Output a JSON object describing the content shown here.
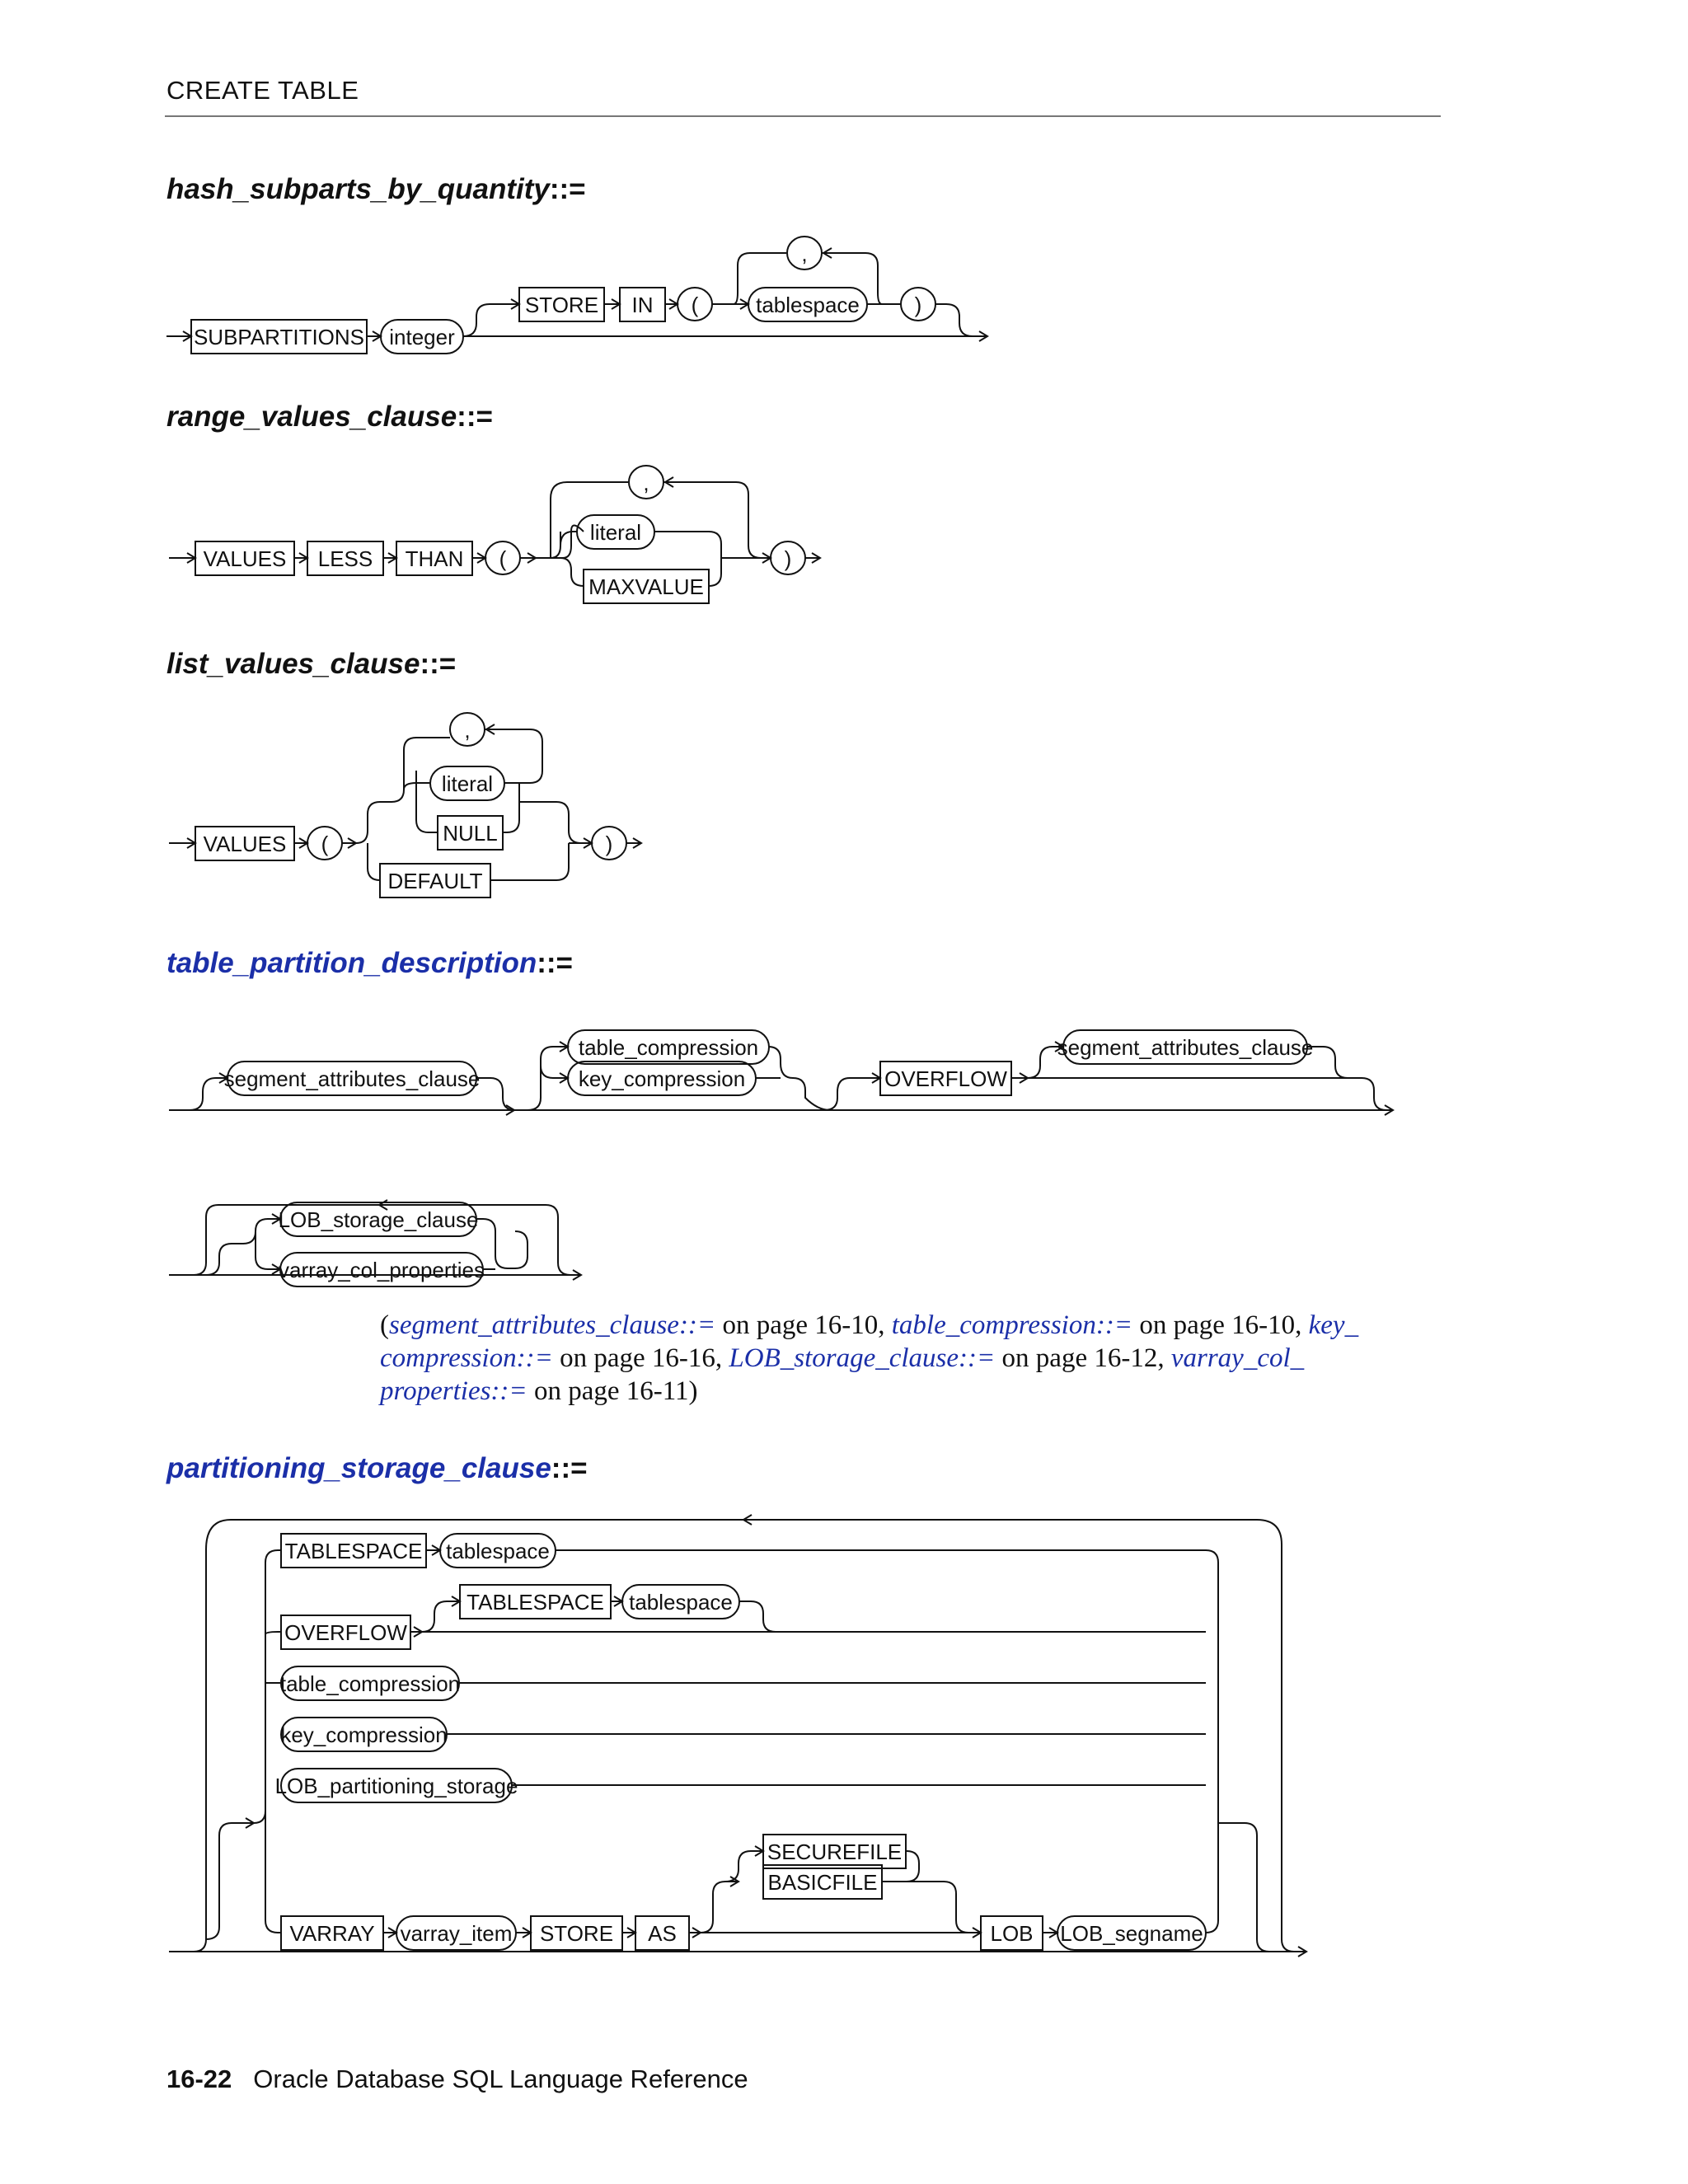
{
  "running_head": "CREATE TABLE",
  "footer": {
    "page_number": "16-22",
    "book_title": "Oracle Database SQL Language Reference"
  },
  "productions": [
    {
      "name": "hash_subparts_by_quantity",
      "suffix": "::=",
      "is_link": false
    },
    {
      "name": "range_values_clause",
      "suffix": "::=",
      "is_link": false
    },
    {
      "name": "list_values_clause",
      "suffix": "::=",
      "is_link": false
    },
    {
      "name": "table_partition_description",
      "suffix": "::=",
      "is_link": true
    },
    {
      "name": "partitioning_storage_clause",
      "suffix": "::=",
      "is_link": true
    }
  ],
  "tokens": {
    "subpartitions": "SUBPARTITIONS",
    "integer": "integer",
    "store": "STORE",
    "in": "IN",
    "lparen": "(",
    "rparen": ")",
    "comma": ",",
    "tablespace_kw": "TABLESPACE",
    "tablespace": "tablespace",
    "values": "VALUES",
    "less": "LESS",
    "than": "THAN",
    "literal": "literal",
    "maxvalue": "MAXVALUE",
    "null": "NULL",
    "default": "DEFAULT",
    "segment_attributes_clause": "segment_attributes_clause",
    "table_compression": "table_compression",
    "key_compression": "key_compression",
    "overflow": "OVERFLOW",
    "lob_storage_clause": "LOB_storage_clause",
    "varray_col_properties": "varray_col_properties",
    "lob_partitioning_storage": "LOB_partitioning_storage",
    "varray": "VARRAY",
    "varray_item": "varray_item",
    "as": "AS",
    "securefile": "SECUREFILE",
    "basicfile": "BASICFILE",
    "lob": "LOB",
    "lob_segname": "LOB_segname"
  },
  "xref": {
    "open": "(",
    "items": [
      {
        "link": "segment_attributes_clause::=",
        "text": " on page 16-10, "
      },
      {
        "link": "table_compression::=",
        "text": " on page 16-10, "
      },
      {
        "link": "key_ compression::=",
        "text": " on page 16-16, "
      },
      {
        "link": "LOB_storage_clause::=",
        "text": " on page 16-12, "
      },
      {
        "link": "varray_col_ properties::=",
        "text": " on page 16-11"
      }
    ],
    "close": ")"
  }
}
